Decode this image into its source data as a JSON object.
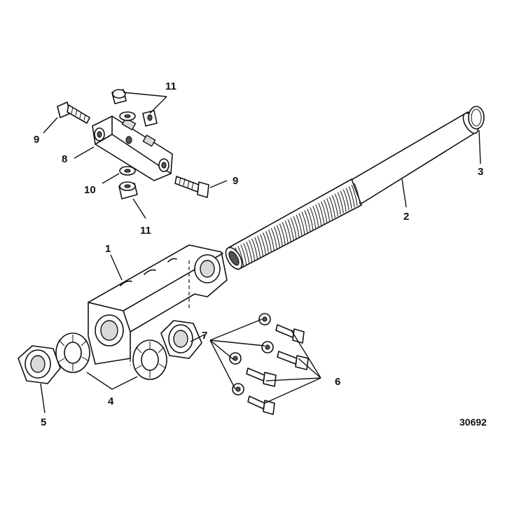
{
  "callouts": {
    "c1": "1",
    "c2": "2",
    "c3": "3",
    "c4": "4",
    "c5": "5",
    "c6": "6",
    "c7": "7",
    "c8": "8",
    "c9a": "9",
    "c9b": "9",
    "c10": "10",
    "c11a": "11",
    "c11b": "11"
  },
  "reference_number": "30692"
}
